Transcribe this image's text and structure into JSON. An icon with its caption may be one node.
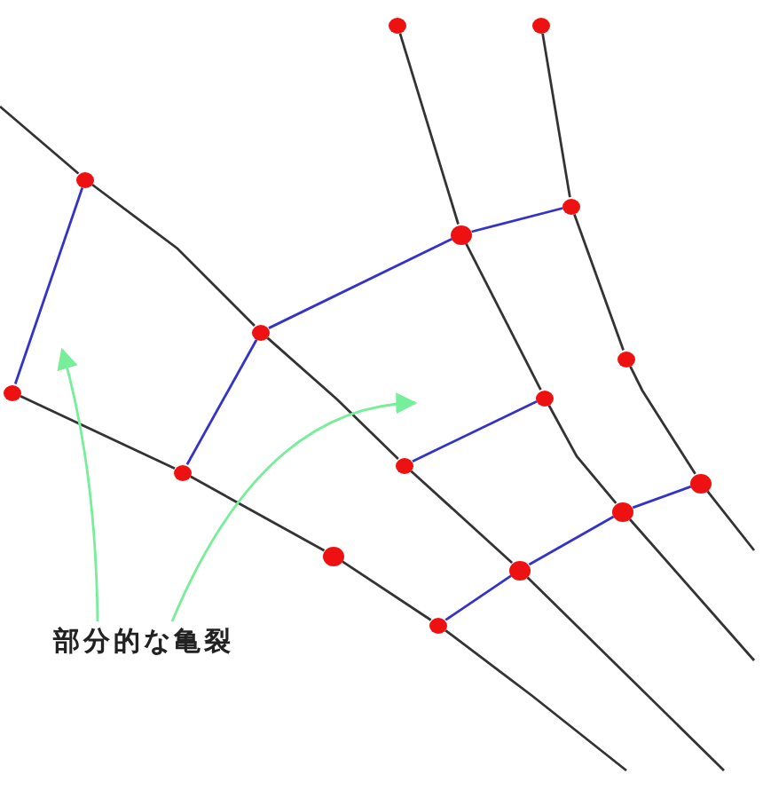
{
  "diagram": {
    "nodes": [
      {
        "text": [],
        "shape": "circle"
      },
      {
        "text": [],
        "shape": "circle"
      },
      {
        "text": [],
        "shape": "circle"
      },
      {
        "text": [],
        "shape": "circle"
      },
      {
        "text": [],
        "shape": "circle"
      },
      {
        "text": [],
        "shape": "circle"
      },
      {
        "text": [],
        "shape": "circle"
      },
      {
        "text": [],
        "shape": "circle"
      },
      {
        "text": [],
        "shape": "circle"
      },
      {
        "text": [],
        "shape": "circle"
      },
      {
        "text": [],
        "shape": "circle"
      },
      {
        "text": [],
        "shape": "circle"
      },
      {
        "text": [],
        "shape": "circle"
      },
      {
        "text": [],
        "shape": "circle"
      },
      {
        "text": [],
        "shape": "circle"
      },
      {
        "text": [],
        "shape": "circle"
      },
      {
        "text": [
          "部分的な亀裂"
        ]
      }
    ],
    "edges": [
      {
        "from": null,
        "to": 2,
        "arrow": "none"
      },
      {
        "from": 2,
        "to": 5,
        "arrow": "none"
      },
      {
        "from": 5,
        "to": 9,
        "arrow": "none"
      },
      {
        "from": 9,
        "to": 14,
        "arrow": "none"
      },
      {
        "from": 14,
        "to": null,
        "arrow": "none"
      },
      {
        "from": 7,
        "to": 10,
        "arrow": "none"
      },
      {
        "from": 10,
        "to": 13,
        "arrow": "none"
      },
      {
        "from": 13,
        "to": 15,
        "arrow": "none"
      },
      {
        "from": 15,
        "to": null,
        "arrow": "none"
      },
      {
        "from": 0,
        "to": 4,
        "arrow": "none"
      },
      {
        "from": 4,
        "to": 8,
        "arrow": "none"
      },
      {
        "from": 8,
        "to": 12,
        "arrow": "none"
      },
      {
        "from": 12,
        "to": null,
        "arrow": "none"
      },
      {
        "from": 1,
        "to": 3,
        "arrow": "none"
      },
      {
        "from": 3,
        "to": 6,
        "arrow": "none"
      },
      {
        "from": 6,
        "to": 11,
        "arrow": "none"
      },
      {
        "from": 11,
        "to": null,
        "arrow": "none"
      },
      {
        "from": 2,
        "to": 7,
        "arrow": "none",
        "color": "#3333cc"
      },
      {
        "from": 5,
        "to": 10,
        "arrow": "none",
        "color": "#3333cc"
      },
      {
        "from": 5,
        "to": 4,
        "arrow": "none",
        "color": "#3333cc"
      },
      {
        "from": 4,
        "to": 3,
        "arrow": "none",
        "color": "#3333cc"
      },
      {
        "from": 9,
        "to": 8,
        "arrow": "none",
        "color": "#3333cc"
      },
      {
        "from": 15,
        "to": 14,
        "arrow": "none",
        "color": "#3333cc"
      },
      {
        "from": 14,
        "to": 12,
        "arrow": "none",
        "color": "#3333cc"
      },
      {
        "from": 12,
        "to": 11,
        "arrow": "none",
        "color": "#3333cc"
      },
      {
        "from": 16,
        "to": null,
        "arrow": "to",
        "color": "#77ee99"
      },
      {
        "from": 16,
        "to": null,
        "arrow": "to",
        "color": "#77ee99"
      }
    ]
  }
}
